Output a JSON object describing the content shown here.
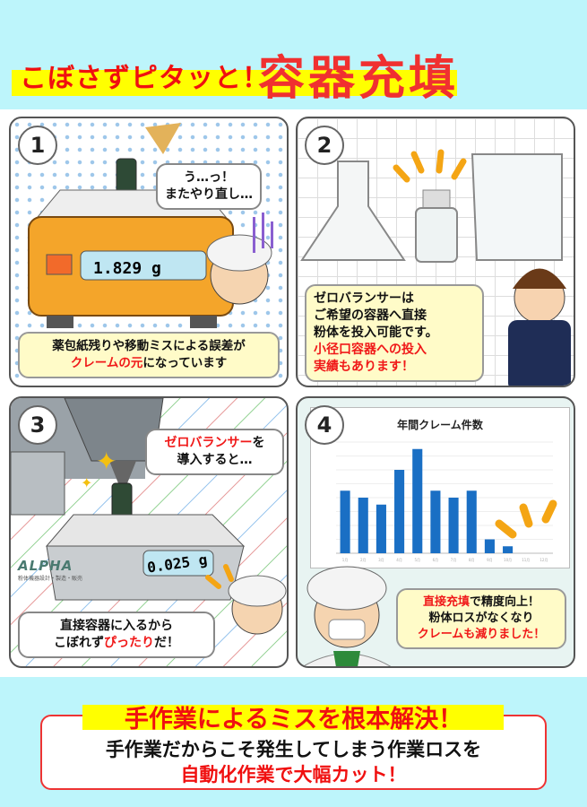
{
  "header": {
    "subtitle": "こぼさずピタッと！",
    "title": "容器充填"
  },
  "panel1": {
    "number": "1",
    "speech": [
      "う…っ！",
      "またやり直し…"
    ],
    "scale_reading": "1.829 g",
    "caption": {
      "line1": "薬包紙残りや移動ミスによる誤差が",
      "line2_red": "クレームの元",
      "line2_rest": "になっています"
    }
  },
  "panel2": {
    "number": "2",
    "caption": {
      "line1": "ゼロバランサーは",
      "line2": "ご希望の容器へ直接",
      "line3": "粉体を投入可能です。",
      "line4_red": "小径口容器への投入",
      "line5_red": "実績もあります！"
    }
  },
  "panel3": {
    "number": "3",
    "intro": {
      "red": "ゼロバランサー",
      "rest": "を",
      "line2": "導入すると…"
    },
    "scale_reading": "0.025 g",
    "logo": {
      "name": "ALPHA",
      "tagline": "粉体機器設計・製造・販売"
    },
    "speech": {
      "line1": "直接容器に入るから",
      "line2_pre": "こぼれず",
      "line2_red": "ぴったり",
      "line2_post": "だ！"
    }
  },
  "panel4": {
    "number": "4",
    "caption": {
      "l1_red": "直接充填",
      "l1_rest": "で精度向上！",
      "l2": "粉体ロスがなくなり",
      "l3_red": "クレームも減りました！"
    }
  },
  "chart_data": {
    "type": "bar",
    "title": "年間クレーム件数",
    "categories": [
      "1月",
      "2月",
      "3月",
      "4月",
      "5月",
      "6月",
      "7月",
      "8月",
      "9月",
      "10月",
      "11月",
      "12月"
    ],
    "values": [
      9,
      8,
      7,
      12,
      15,
      9,
      8,
      9,
      2,
      1,
      0,
      0
    ],
    "ylim": [
      0,
      16
    ],
    "grid": true,
    "color": "#1a6fc4"
  },
  "footer": {
    "title": "手作業によるミスを根本解決！",
    "line1": "手作業だからこそ発生してしまう作業ロスを",
    "line2": "自動化作業で大幅カット！"
  },
  "colors": {
    "accent_red": "#f01010",
    "highlight": "#ffff00",
    "background": "#bdf5fb"
  }
}
